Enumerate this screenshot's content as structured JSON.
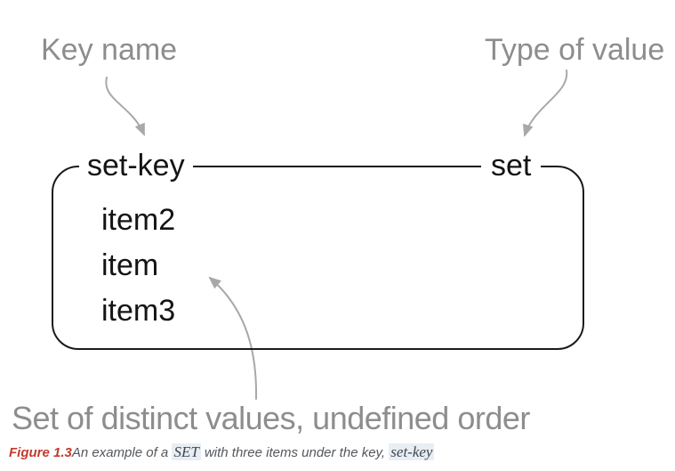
{
  "diagram": {
    "annotations": {
      "key_name": "Key name",
      "type_of_value": "Type of value",
      "bottom_note": "Set of distinct values, undefined order"
    },
    "box": {
      "key_label": "set-key",
      "type_label": "set",
      "items": [
        "item2",
        "item",
        "item3"
      ]
    },
    "colors": {
      "annotation_gray": "#8d8d8d",
      "arrow_gray": "#a8a8a8",
      "box_border": "#1a1a1a",
      "item_text": "#141414",
      "caption_red": "#c23b2e",
      "caption_gray": "#54575c",
      "code_highlight_bg": "#e9edf4",
      "code_text": "#3c4650",
      "page_bg": "#ffffff"
    }
  },
  "caption": {
    "figure_label": "Figure 1.3",
    "text_part1": "An example of a ",
    "code1": "SET",
    "text_part2": " with three items under the key, ",
    "code2": "set-key"
  }
}
